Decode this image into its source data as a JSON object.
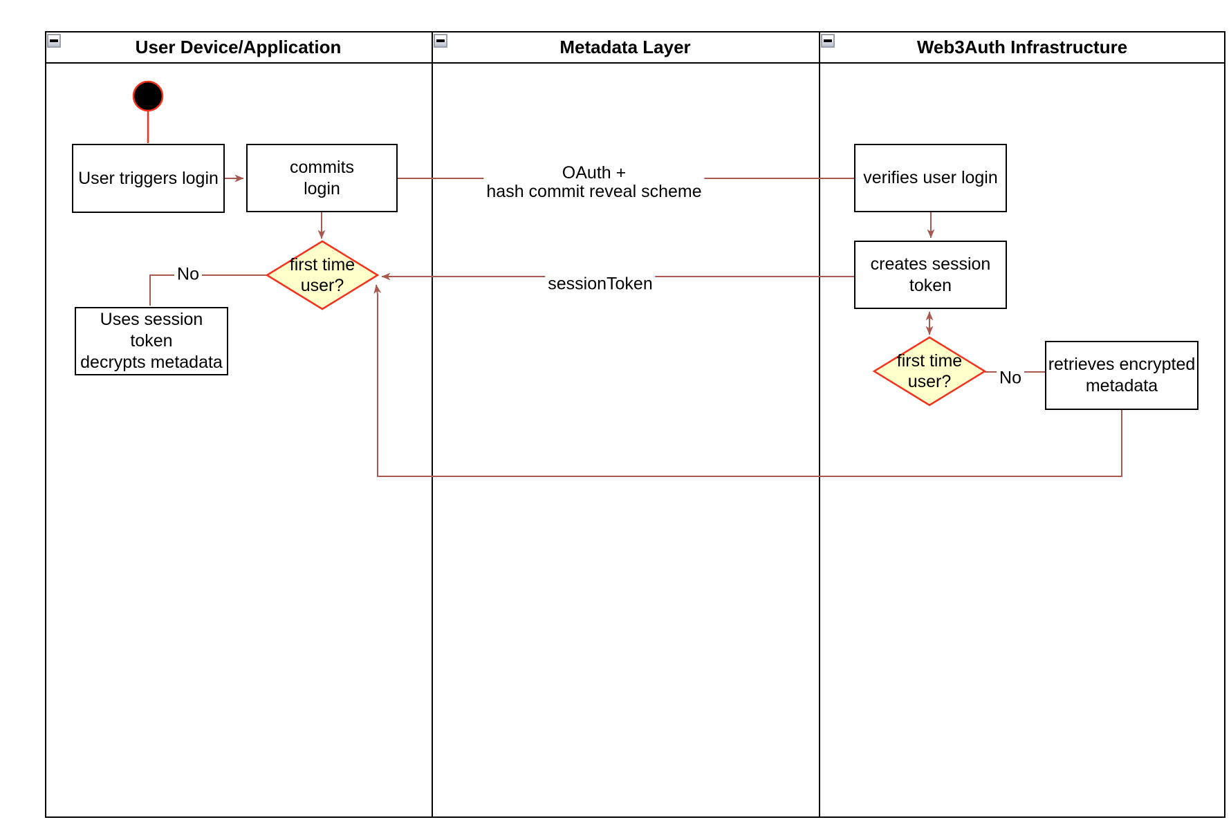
{
  "lanes": [
    {
      "title": "User Device/Application"
    },
    {
      "title": "Metadata Layer"
    },
    {
      "title": "Web3Auth Infrastructure"
    }
  ],
  "nodes": {
    "user_triggers_login": "User triggers login",
    "commits_login": "commits\nlogin",
    "first_time_user_app": "first time\nuser?",
    "uses_session_token": "Uses session\ntoken\ndecrypts metadata",
    "verifies_user_login": "verifies user login",
    "creates_session_token": "creates session\ntoken",
    "first_time_user_web3auth": "first time\nuser?",
    "retrieves_encrypted_metadata": "retrieves encrypted\nmetadata"
  },
  "edge_labels": {
    "oauth_hash_commit": "OAuth +\nhash commit reveal scheme",
    "session_token": "sessionToken",
    "no_app": "No",
    "no_web3auth": "No"
  },
  "icons": {
    "collapse": "minus"
  },
  "colors": {
    "connector": "#a8584e",
    "start_red": "#f5301d",
    "decision_fill": "#ffffcc",
    "decision_stroke": "#f5301d"
  }
}
